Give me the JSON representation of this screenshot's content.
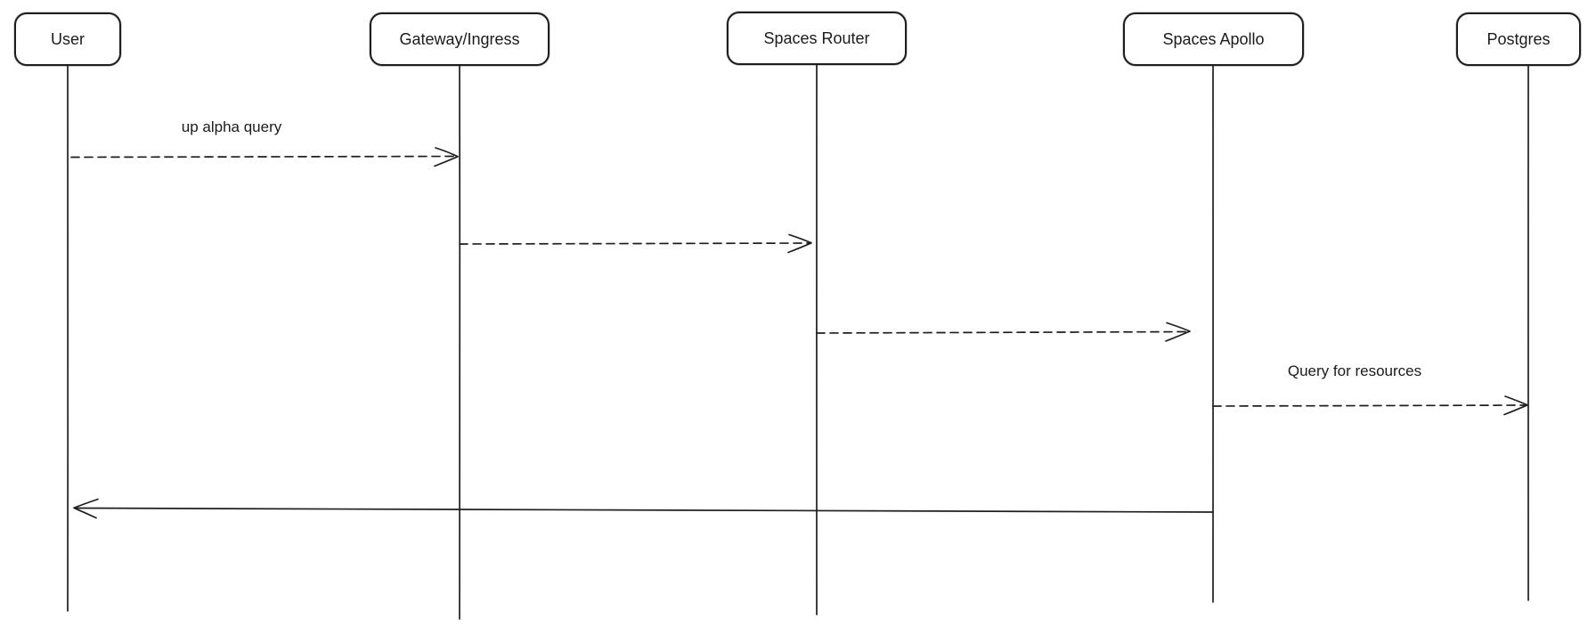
{
  "diagram": {
    "kind": "sequence-diagram",
    "background_color": "#ffffff",
    "stroke_color": "#1e1e1e",
    "participants": [
      {
        "name": "User"
      },
      {
        "name": "Gateway/Ingress"
      },
      {
        "name": "Spaces Router"
      },
      {
        "name": "Spaces Apollo"
      },
      {
        "name": "Postgres"
      }
    ],
    "messages": [
      {
        "from": "User",
        "to": "Gateway/Ingress",
        "label": "up alpha query",
        "line_style": "dashed",
        "arrow": "open-chevron-right"
      },
      {
        "from": "Gateway/Ingress",
        "to": "Spaces Router",
        "label": "",
        "line_style": "dashed",
        "arrow": "open-chevron-right"
      },
      {
        "from": "Spaces Router",
        "to": "Spaces Apollo",
        "label": "",
        "line_style": "dashed",
        "arrow": "open-chevron-right"
      },
      {
        "from": "Spaces Apollo",
        "to": "Postgres",
        "label": "Query for resources",
        "line_style": "dashed",
        "arrow": "open-chevron-right"
      },
      {
        "from": "Spaces Apollo",
        "to": "User",
        "label": "",
        "line_style": "solid",
        "arrow": "open-chevron-left"
      }
    ]
  }
}
